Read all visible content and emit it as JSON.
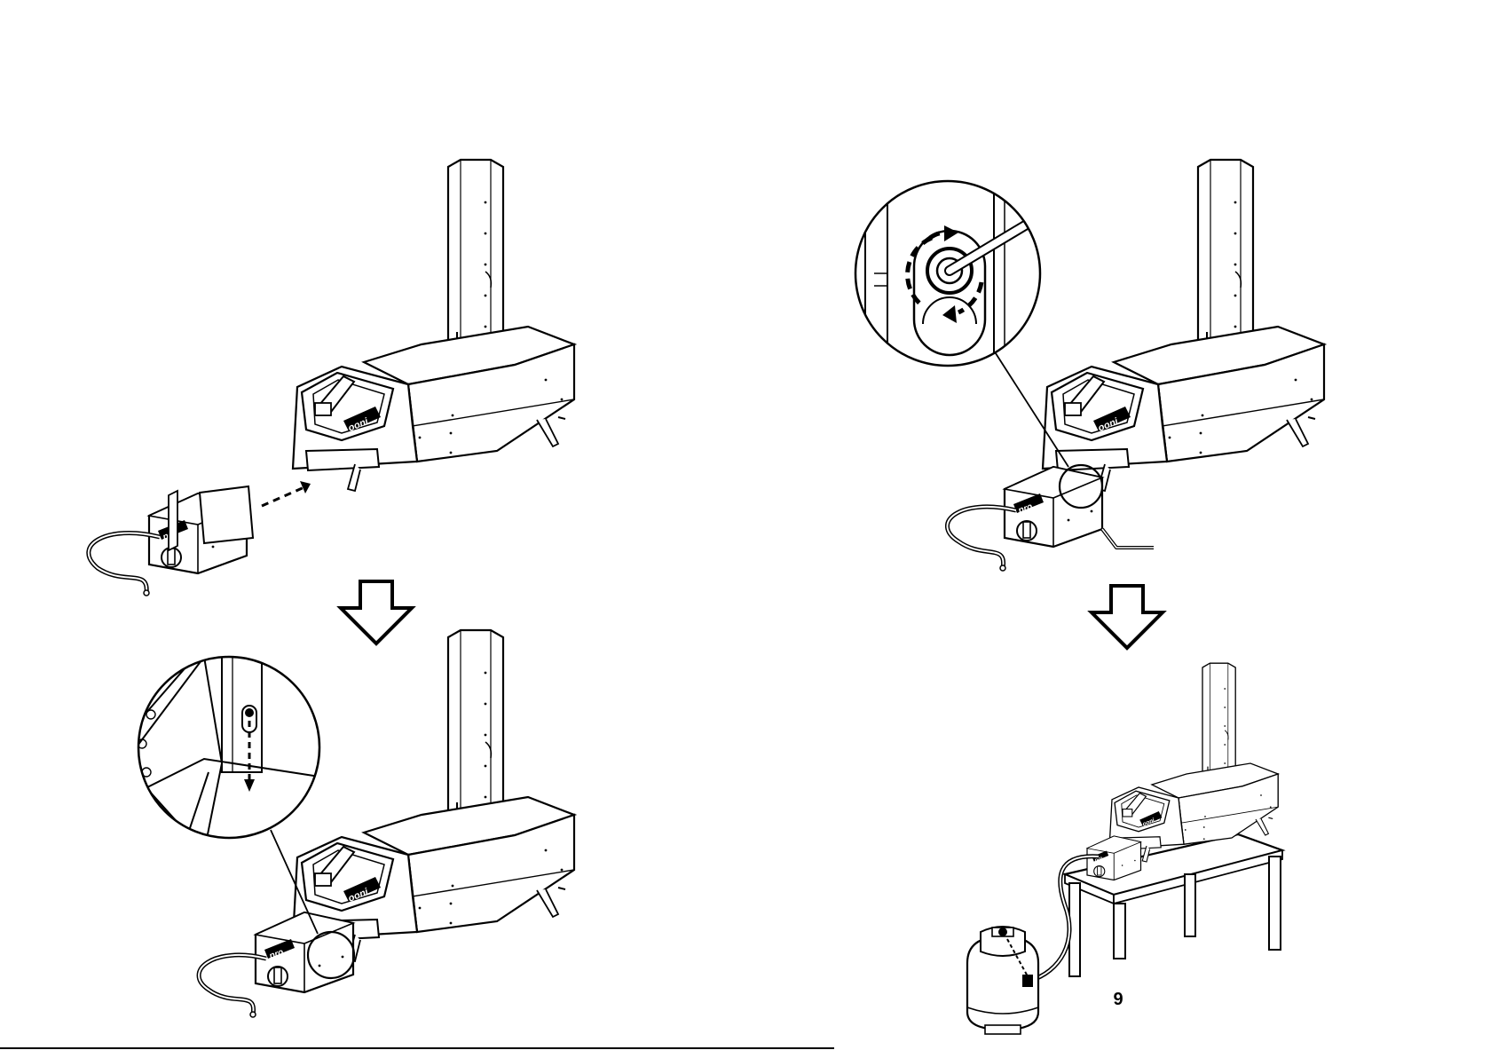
{
  "page": {
    "number": "9"
  },
  "logos": {
    "oven": "ooni",
    "burner": "pro"
  },
  "colors": {
    "ink": "#000000",
    "paper": "#ffffff"
  },
  "steps": [
    {
      "id": "slide-burner-in",
      "icons": [
        "oven-icon",
        "gas-burner-icon",
        "insert-arrow-icon"
      ]
    },
    {
      "id": "lock-burner",
      "icons": [
        "zoom-detail-icon",
        "keyhole-slot-icon",
        "down-arrow-icon"
      ]
    },
    {
      "id": "rotate-key",
      "icons": [
        "zoom-detail-icon",
        "rotate-arrows-icon",
        "allen-key-icon"
      ]
    },
    {
      "id": "connect-gas",
      "icons": [
        "table-icon",
        "gas-cylinder-icon",
        "hose-icon"
      ]
    }
  ]
}
